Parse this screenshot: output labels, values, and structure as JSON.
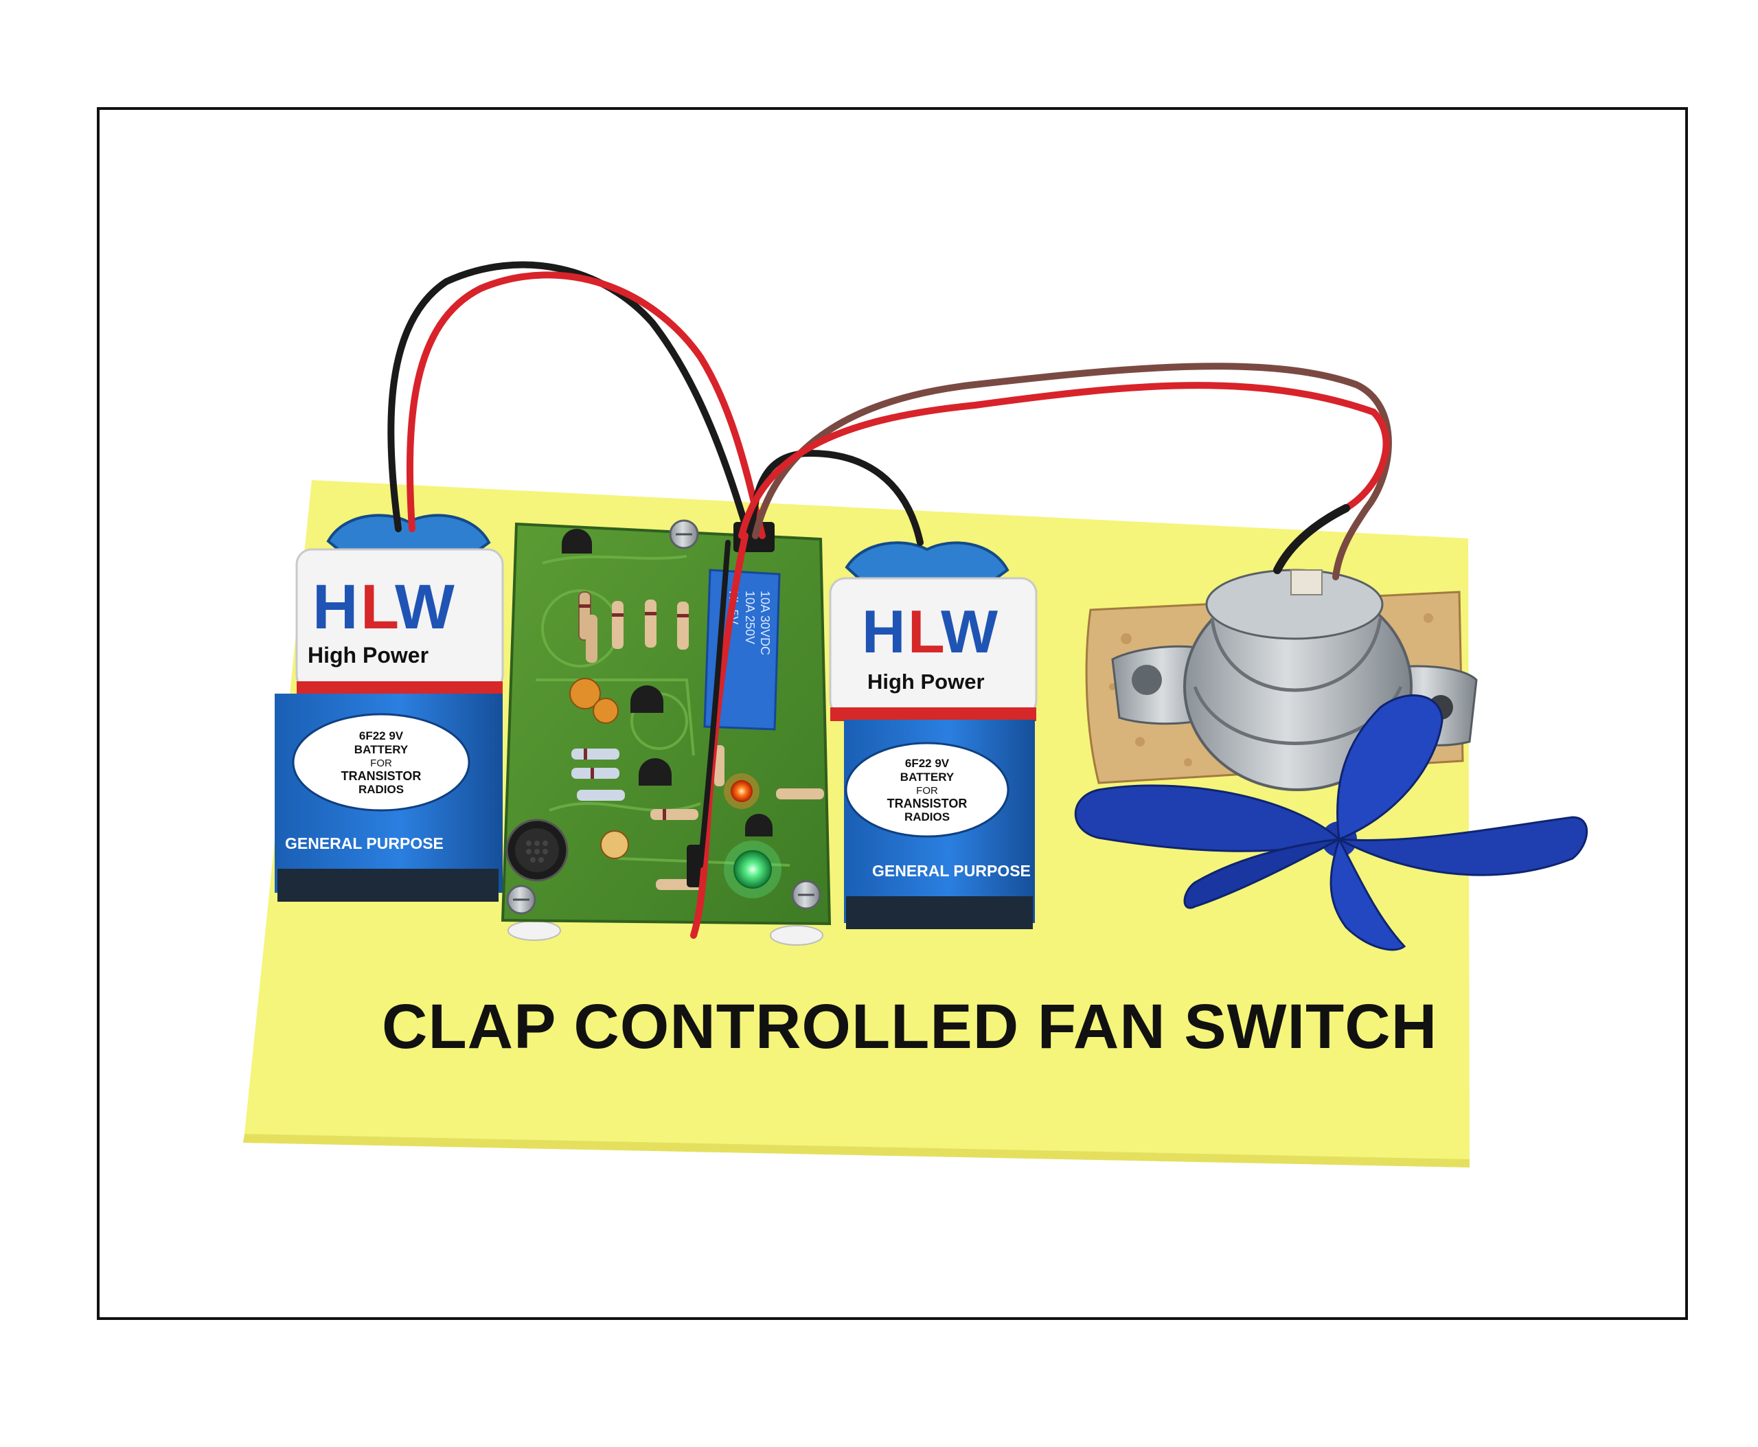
{
  "caption": "CLAP CONTROLLED FAN SWITCH",
  "batteries": [
    {
      "brand_h": "H",
      "brand_l": "L",
      "brand_w": "W",
      "subtitle": "High Power",
      "label_line1": "6F22 9V",
      "label_line2": "BATTERY",
      "label_line3": "FOR",
      "label_line4": "TRANSISTOR",
      "label_line5": "RADIOS",
      "footer": "GENERAL PURPOSE"
    },
    {
      "brand_h": "H",
      "brand_l": "L",
      "brand_w": "W",
      "subtitle": "High Power",
      "label_line1": "6F22 9V",
      "label_line2": "BATTERY",
      "label_line3": "FOR",
      "label_line4": "TRANSISTOR",
      "label_line5": "RADIOS",
      "footer": "GENERAL PURPOSE"
    }
  ],
  "colors": {
    "frame": "#111111",
    "board": "#f4f57a",
    "battery_blue": "#1f6fc9",
    "battery_red": "#d62828",
    "pcb_green": "#4d8f2e",
    "relay_blue": "#2a6fd1",
    "wire_red": "#d8232a",
    "wire_black": "#1a1a1a",
    "fan_blue": "#1f3fb0",
    "wood": "#d8b47a"
  }
}
